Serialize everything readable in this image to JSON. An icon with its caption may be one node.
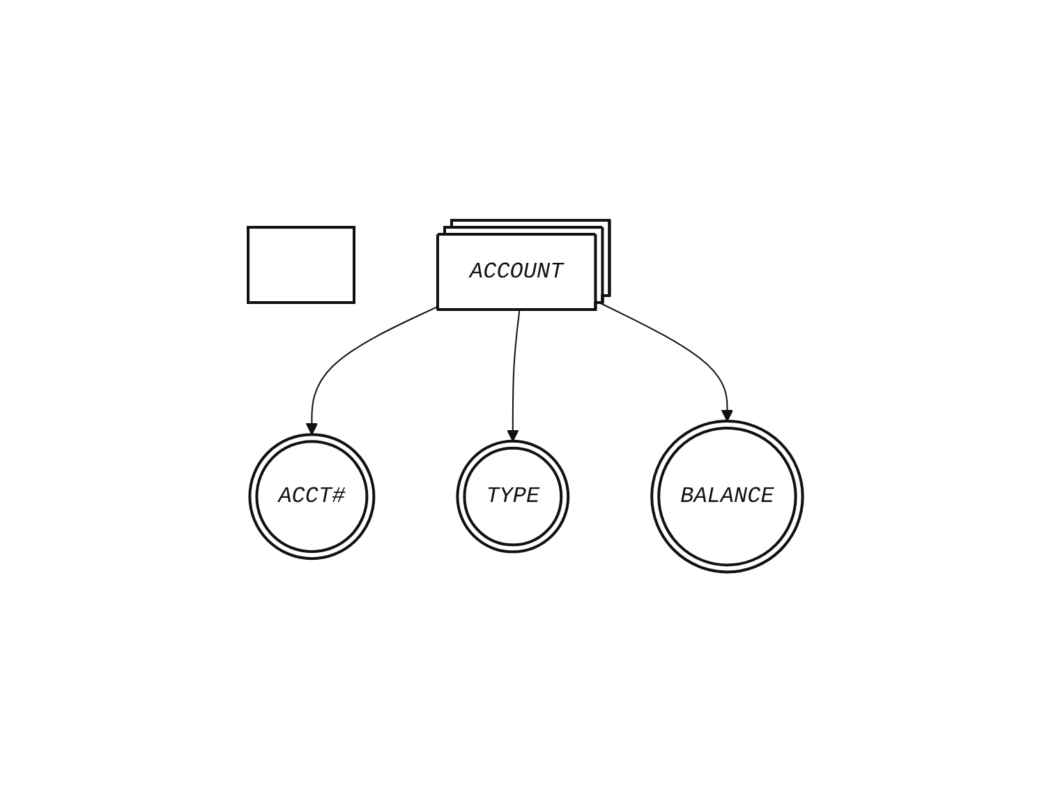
{
  "diagram": {
    "nodes": [
      {
        "text": [],
        "shape": "box"
      },
      {
        "text": [
          "ACCOUNT"
        ]
      },
      {
        "text": [
          "ACCT#"
        ]
      },
      {
        "text": [
          "TYPE"
        ]
      },
      {
        "text": [
          "BALANCE"
        ]
      }
    ],
    "edges": [
      {
        "from": 1,
        "to": 2,
        "arrow": "to"
      },
      {
        "from": 1,
        "to": 3,
        "arrow": "to"
      },
      {
        "from": 1,
        "to": 4,
        "arrow": "to"
      }
    ]
  }
}
